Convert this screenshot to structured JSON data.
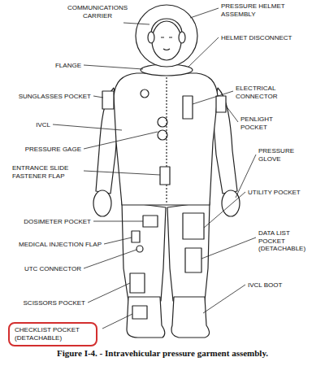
{
  "diagram": {
    "caption": "Figure I-4. - Intravehicular pressure garment assembly.",
    "nodes": [
      {
        "text": [
          "CHECKLIST POCKET (DETACHABLE)"
        ]
      }
    ],
    "labels": [
      "COMMUNICATIONS CARRIER",
      "PRESSURE HELMET ASSEMBLY",
      "HELMET DISCONNECT",
      "FLANGE",
      "SUNGLASSES POCKET",
      "ELECTRICAL CONNECTOR",
      "IVCL",
      "PENLIGHT POCKET",
      "PRESSURE GAGE",
      "PRESSURE GLOVE",
      "ENTRANCE SLIDE FASTENER FLAP",
      "UTILITY POCKET",
      "DOSIMETER POCKET",
      "MEDICAL INJECTION FLAP",
      "DATA LIST POCKET (DETACHABLE)",
      "UTC CONNECTOR",
      "IVCL BOOT",
      "SCISSORS POCKET"
    ]
  }
}
